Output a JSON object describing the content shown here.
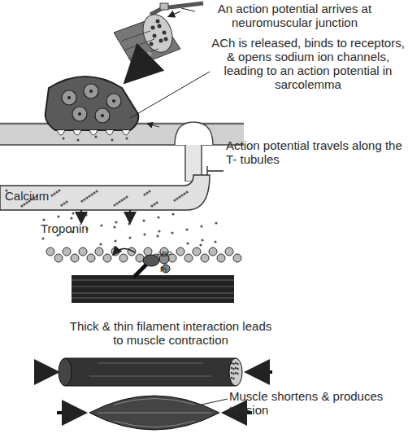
{
  "diagram": {
    "labels": [
      "An action potential arrives at neuromuscular junction",
      "ACh is released, binds to receptors, & opens sodium ion channels, leading to an action potential in sarcolemma",
      "Action potential travels along the T- tubules",
      "Calcium",
      "Troponin",
      "ADP",
      "Pi",
      "Thick & thin filament interaction leads to muscle contraction",
      "Muscle shortens & produces tension"
    ]
  }
}
